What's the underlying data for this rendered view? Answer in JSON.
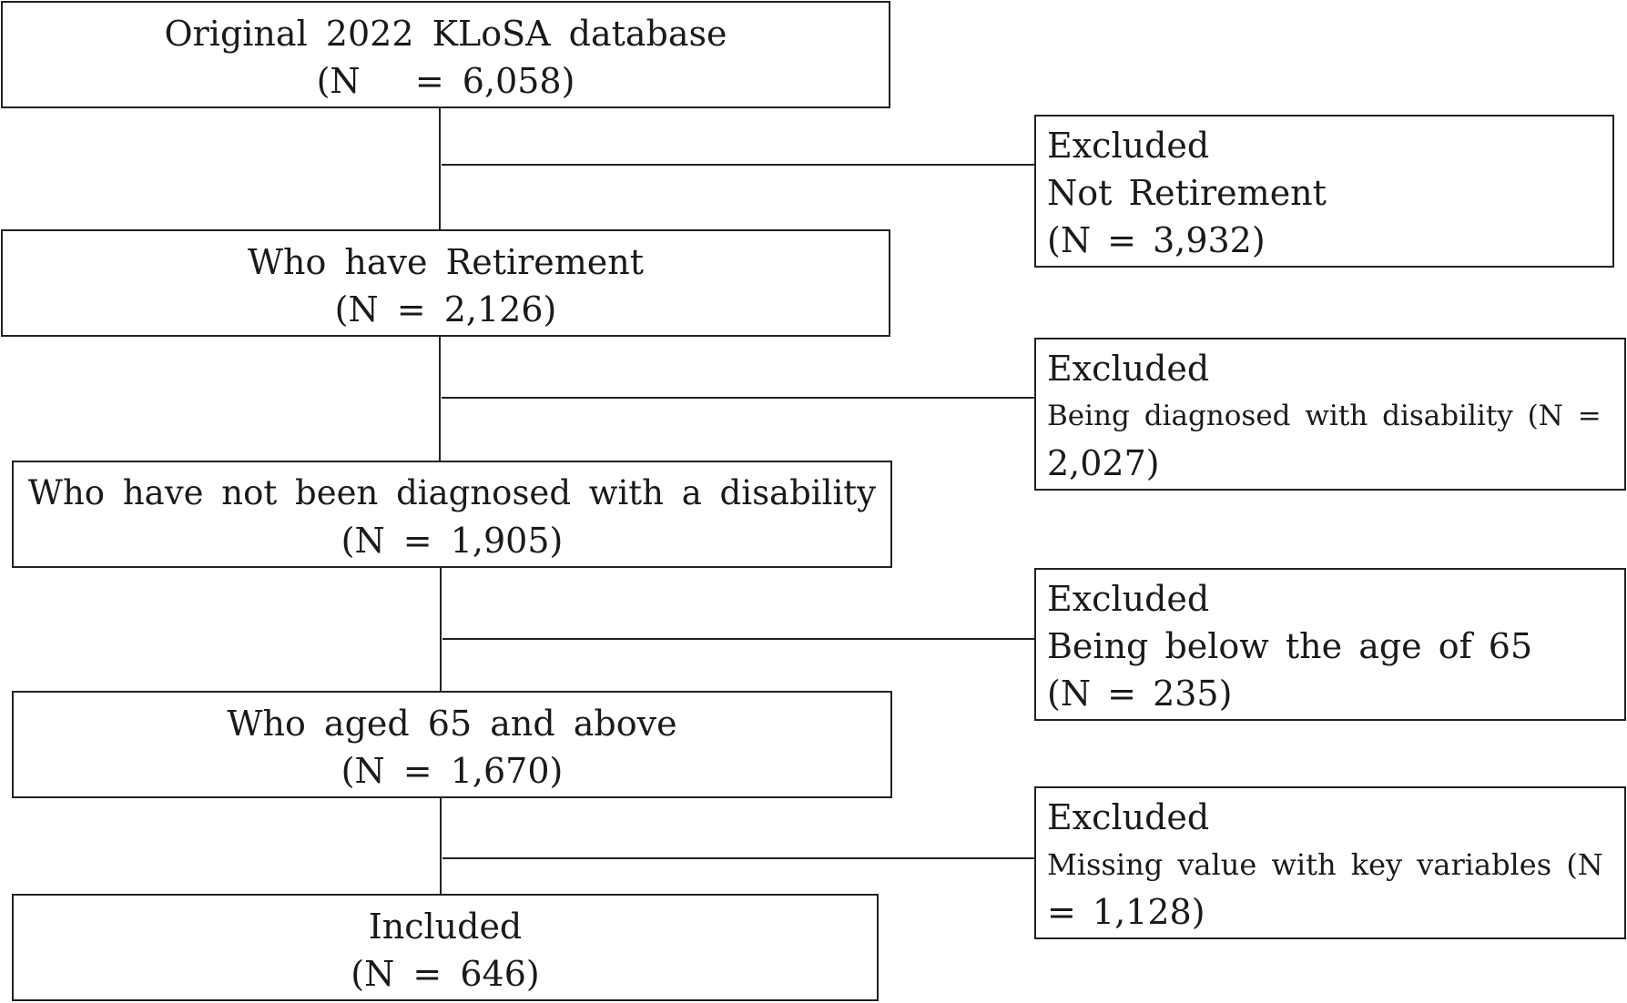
{
  "flow": {
    "steps": [
      {
        "title": "Original 2022 KLoSA database",
        "count": "(N   = 6,058)"
      },
      {
        "title": "Who have Retirement",
        "count": "(N = 2,126)"
      },
      {
        "title": "Who have not been diagnosed with a disability",
        "count": "(N = 1,905)"
      },
      {
        "title": "Who aged 65 and above",
        "count": "(N = 1,670)"
      },
      {
        "title": "Included",
        "count": "(N = 646)"
      }
    ],
    "exclusions": [
      {
        "heading": "Excluded",
        "line1": "Not Retirement",
        "line2": "(N = 3,932)"
      },
      {
        "heading": "Excluded",
        "line1": "Being diagnosed with disability (N =",
        "line2": "2,027)"
      },
      {
        "heading": "Excluded",
        "line1": "Being below the age of 65",
        "line2": "(N = 235)"
      },
      {
        "heading": "Excluded",
        "line1": "Missing value with key variables (N",
        "line2": "= 1,128)"
      }
    ]
  }
}
